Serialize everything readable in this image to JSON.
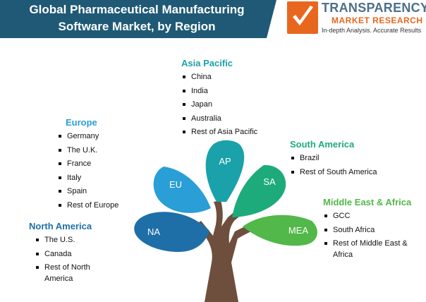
{
  "header": {
    "title_line1": "Global Pharmaceutical Manufacturing",
    "title_line2": "Software Market, by Region",
    "banner_color": "#1f5976"
  },
  "logo": {
    "brand": "TRANSPARENCY",
    "sub": "MARKET RESEARCH",
    "tagline": "In-depth Analysis. Accurate Results",
    "icon": "check-mark-logo-icon",
    "colors": {
      "brand": "#4d6f8a",
      "sub": "#e8671e",
      "mark": "#e8671e"
    }
  },
  "tree": {
    "trunk_color": "#6e4e3c",
    "leaves": [
      {
        "code": "NA",
        "color": "#1e6fa8"
      },
      {
        "code": "EU",
        "color": "#2a9ed6"
      },
      {
        "code": "AP",
        "color": "#1aa1a9"
      },
      {
        "code": "SA",
        "color": "#1dab7c"
      },
      {
        "code": "MEA",
        "color": "#52b849"
      }
    ]
  },
  "regions": {
    "asia_pacific": {
      "title": "Asia Pacific",
      "color": "#1aa1a9",
      "items": [
        "China",
        "India",
        "Japan",
        "Australia",
        "Rest of Asia Pacific"
      ]
    },
    "europe": {
      "title": "Europe",
      "color": "#2a9ed6",
      "items": [
        "Germany",
        "The U.K.",
        "France",
        "Italy",
        "Spain",
        "Rest of Europe"
      ]
    },
    "south_america": {
      "title": "South America",
      "color": "#1dab7c",
      "items": [
        "Brazil",
        "Rest of South America"
      ]
    },
    "mea": {
      "title": "Middle East & Africa",
      "color": "#52b849",
      "items": [
        "GCC",
        "South Africa",
        "Rest of Middle East & Africa"
      ]
    },
    "north_america": {
      "title": "North America",
      "color": "#1e6fa8",
      "items": [
        "The U.S.",
        "Canada",
        "Rest of North America"
      ]
    }
  }
}
